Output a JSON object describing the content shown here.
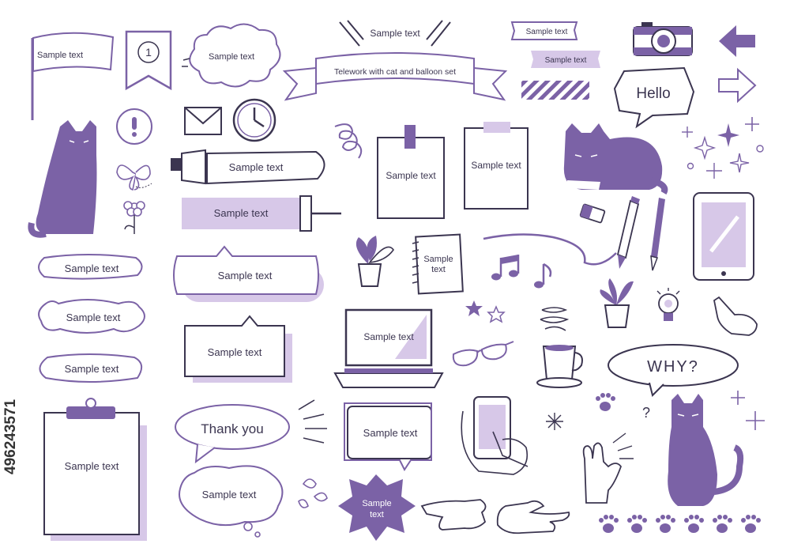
{
  "colors": {
    "purple": "#7b62a6",
    "light_purple": "#d7c8e8",
    "text": "#3b3550",
    "background": "#ffffff"
  },
  "labels": {
    "sample": "Sample text",
    "badge_number": "1",
    "title_ribbon": "Telework with cat and balloon set",
    "hello": "Hello",
    "why": "WHY?",
    "thank_you": "Thank you",
    "question_mark": "?"
  },
  "watermark": {
    "id_text": "496243571"
  },
  "icons": [
    "flag-icon",
    "number-badge-icon",
    "cloud-bubble-icon",
    "ribbon-banner-icon",
    "washi-tape-icon",
    "camera-icon",
    "left-arrow-icon",
    "right-arrow-icon",
    "sitting-cat-icon",
    "exclamation-bubble-icon",
    "butterfly-icon",
    "flower-icon",
    "envelope-icon",
    "clock-icon",
    "highlighter-icon",
    "paint-roller-icon",
    "spring-icon",
    "memo-paper-icon",
    "lying-cat-icon",
    "sparkle-icon",
    "eraser-icon",
    "pencil-icon",
    "pen-icon",
    "tablet-icon",
    "plant-icon",
    "notebook-icon",
    "music-note-icon",
    "star-icon",
    "laptop-icon",
    "glasses-icon",
    "steam-icon",
    "coffee-cup-icon",
    "lightbulb-icon",
    "pointing-hand-icon",
    "smartphone-icon",
    "hand-icon",
    "paw-icon",
    "clipboard-icon",
    "splash-icon"
  ]
}
